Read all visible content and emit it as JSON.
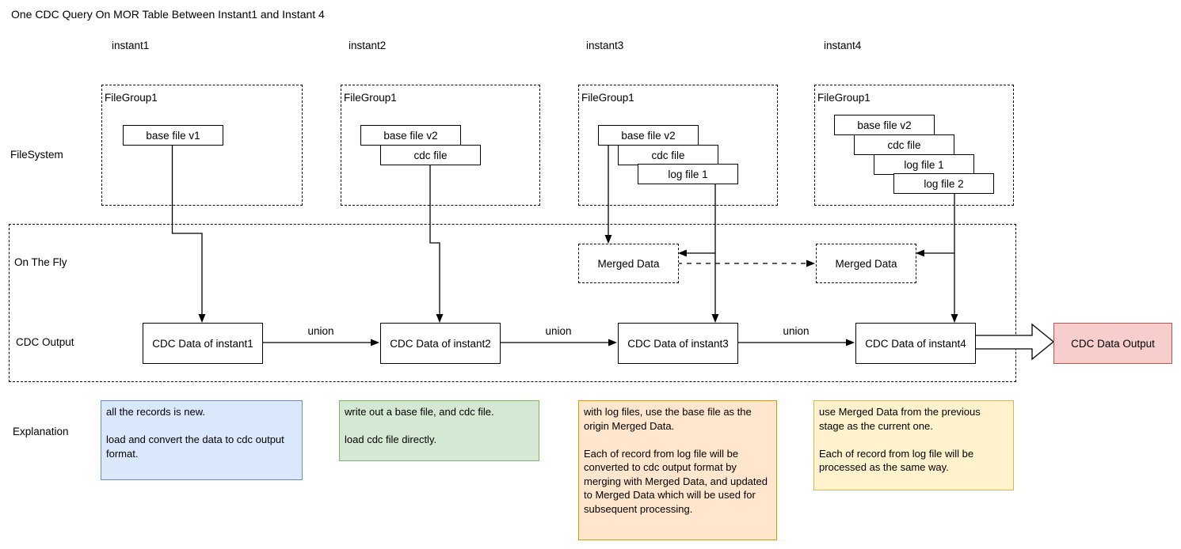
{
  "title": "One CDC Query On MOR Table Between Instant1 and Instant 4",
  "row_labels": {
    "filesystem": "FileSystem",
    "on_the_fly": "On The Fly",
    "cdc_output": "CDC Output",
    "explanation": "Explanation"
  },
  "union_label": "union",
  "merged_data_label": "Merged Data",
  "output_box_label": "CDC Data Output",
  "columns": [
    {
      "header": "instant1",
      "filegroup_label": "FileGroup1",
      "files": [
        "base file v1"
      ],
      "cdc_label": "CDC Data of instant1",
      "explanation": "all the records is new.\n\nload and convert the data to cdc output format."
    },
    {
      "header": "instant2",
      "filegroup_label": "FileGroup1",
      "files": [
        "base file v2",
        "cdc file"
      ],
      "cdc_label": "CDC Data of instant2",
      "explanation": "write out a base file, and cdc file.\n\nload cdc file directly."
    },
    {
      "header": "instant3",
      "filegroup_label": "FileGroup1",
      "files": [
        "base file v2",
        "cdc file",
        "log file 1"
      ],
      "cdc_label": "CDC Data of instant3",
      "explanation": "with log files, use the base file as the origin Merged Data.\n\nEach of record from log file will be converted to cdc output format by merging with Merged Data, and updated to Merged Data which will be used for subsequent processing."
    },
    {
      "header": "instant4",
      "filegroup_label": "FileGroup1",
      "files": [
        "base file v2",
        "cdc file",
        "log file 1",
        "log file 2"
      ],
      "cdc_label": "CDC Data of instant4",
      "explanation": "use Merged Data from the previous stage as the current one.\n\nEach of record from log file will be processed as the same way."
    }
  ],
  "colors": {
    "explanation_blue_fill": "#dae8fc",
    "explanation_blue_border": "#6c8ebf",
    "explanation_green_fill": "#d5e8d4",
    "explanation_green_border": "#82b366",
    "explanation_orange_fill": "#ffe6cc",
    "explanation_orange_border": "#d79b00",
    "explanation_yellow_fill": "#fff2cc",
    "explanation_yellow_border": "#d6b656",
    "output_fill": "#f8cecc",
    "output_border": "#b85450",
    "line_color": "#000000"
  }
}
